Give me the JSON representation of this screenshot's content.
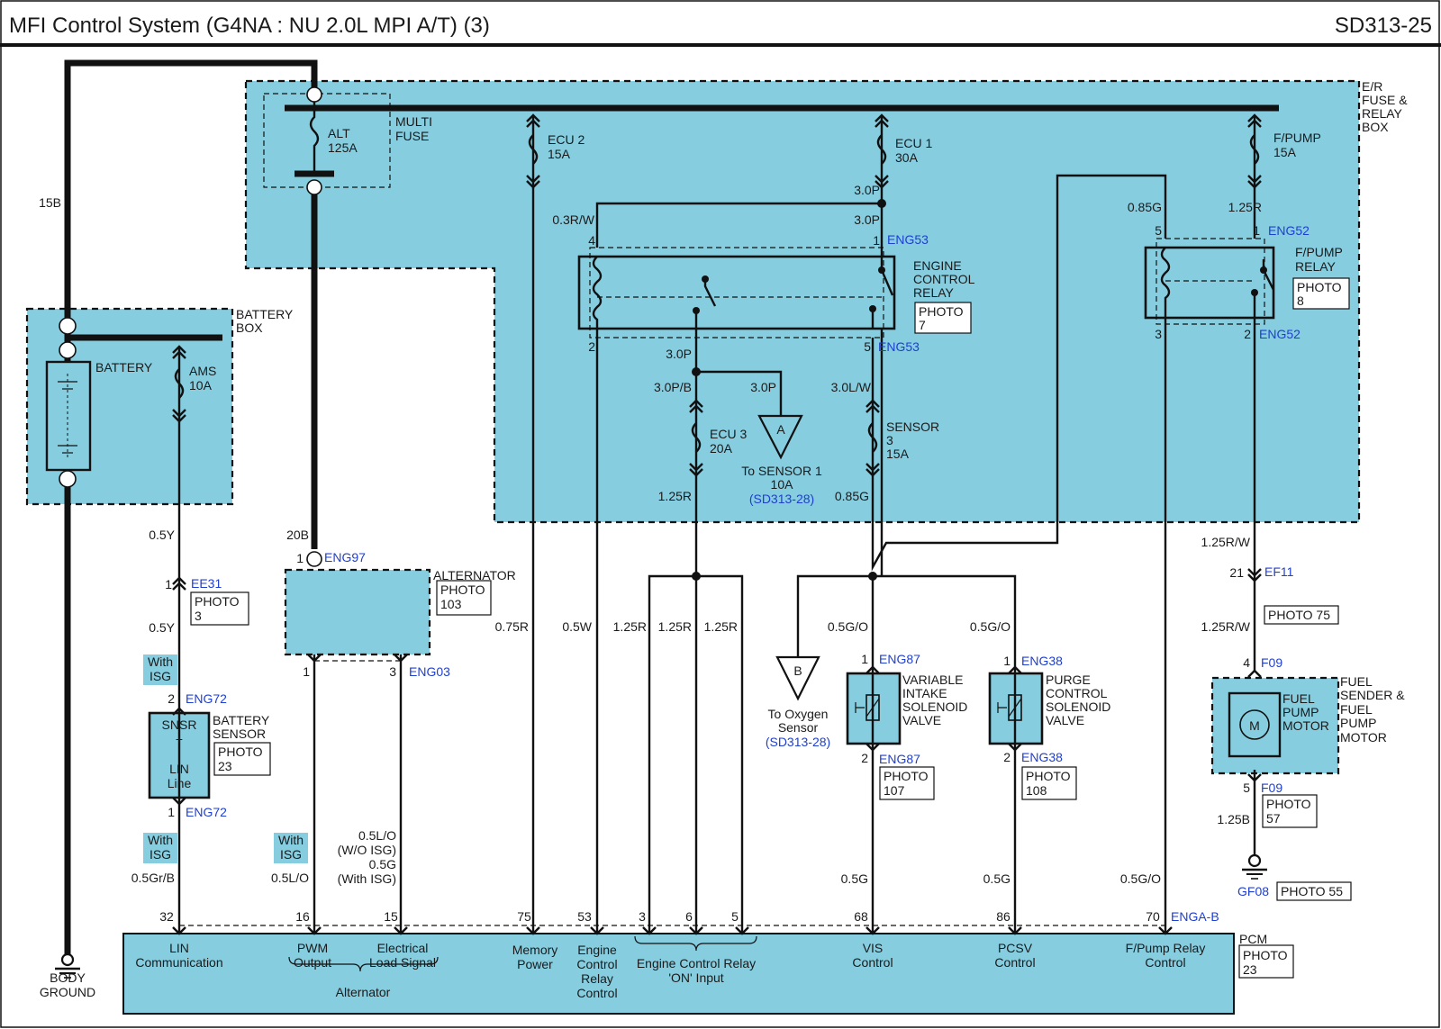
{
  "header": {
    "title": "MFI Control System (G4NA : NU 2.0L MPI A/T) (3)",
    "code": "SD313-25"
  },
  "colors": {
    "box_fill": "#86cde0",
    "wire": "#111111",
    "connector_text": "#1f3fd0"
  },
  "er_box": {
    "label": [
      "E/R",
      "FUSE &",
      "RELAY",
      "BOX"
    ]
  },
  "multi_fuse": {
    "label": [
      "MULTI",
      "FUSE"
    ],
    "fuse": [
      "ALT",
      "125A"
    ]
  },
  "fuses": {
    "ecu2": [
      "ECU 2",
      "15A"
    ],
    "ecu1": [
      "ECU 1",
      "30A"
    ],
    "fpump": [
      "F/PUMP",
      "15A"
    ],
    "ecu3": [
      "ECU 3",
      "20A"
    ],
    "sensor3": [
      "SENSOR",
      "3",
      "15A"
    ],
    "ams": [
      "AMS",
      "10A"
    ]
  },
  "battery_box": {
    "label": [
      "BATTERY",
      "BOX"
    ],
    "battery": "BATTERY"
  },
  "engine_control_relay": {
    "label": [
      "ENGINE",
      "CONTROL",
      "RELAY"
    ],
    "photo": [
      "PHOTO",
      "7"
    ]
  },
  "fpump_relay": {
    "label": [
      "F/PUMP",
      "RELAY"
    ],
    "photo": [
      "PHOTO",
      "8"
    ]
  },
  "alternator": {
    "label": "ALTERNATOR",
    "photo": [
      "PHOTO",
      "103"
    ]
  },
  "battery_sensor": {
    "label": [
      "BATTERY",
      "SENSOR"
    ],
    "photo": [
      "PHOTO",
      "23"
    ],
    "body": [
      "SNSR",
      "+",
      "LIN",
      "Line"
    ]
  },
  "ee31": {
    "photo": [
      "PHOTO",
      "3"
    ]
  },
  "vis_valve": {
    "label": [
      "VARIABLE",
      "INTAKE",
      "SOLENOID",
      "VALVE"
    ],
    "photo": [
      "PHOTO",
      "107"
    ]
  },
  "pcsv_valve": {
    "label": [
      "PURGE",
      "CONTROL",
      "SOLENOID",
      "VALVE"
    ],
    "photo": [
      "PHOTO",
      "108"
    ]
  },
  "fuel_motor": {
    "label": [
      "FUEL",
      "SENDER &",
      "FUEL",
      "PUMP",
      "MOTOR"
    ],
    "inner": [
      "FUEL",
      "PUMP",
      "MOTOR"
    ],
    "symbol": "M",
    "photo": [
      "PHOTO",
      "57"
    ]
  },
  "ef11_photo": "PHOTO 75",
  "gf08": {
    "name": "GF08",
    "photo": "PHOTO 55"
  },
  "to_sensor": {
    "letter": "A",
    "text": [
      "To  SENSOR 1",
      "10A"
    ],
    "ref": "(SD313-28)"
  },
  "to_oxygen": {
    "letter": "B",
    "text": [
      "To Oxygen",
      "Sensor"
    ],
    "ref": "(SD313-28)"
  },
  "with_isg": [
    "With",
    "ISG"
  ],
  "body_ground": [
    "BODY",
    "GROUND"
  ],
  "pcm": {
    "label": "PCM",
    "photo": [
      "PHOTO",
      "23"
    ],
    "connector": "ENGA-B",
    "pins": [
      "32",
      "16",
      "15",
      "75",
      "53",
      "3",
      "6",
      "5",
      "68",
      "86",
      "70"
    ],
    "functions": {
      "lin": [
        "LIN",
        "Communication"
      ],
      "pwm": [
        "PWM",
        "Output"
      ],
      "els": [
        "Electrical",
        "Load Signal"
      ],
      "alternator": "Alternator",
      "memory": [
        "Memory",
        "Power"
      ],
      "ecr": [
        "Engine",
        "Control",
        "Relay",
        "Control"
      ],
      "ecr_on": [
        "Engine Control Relay",
        "'ON' Input"
      ],
      "vis": [
        "VIS",
        "Control"
      ],
      "pcsv": [
        "PCSV",
        "Control"
      ],
      "fpump": [
        "F/Pump Relay",
        "Control"
      ]
    }
  },
  "connectors": {
    "eng53": "ENG53",
    "eng52": "ENG52",
    "eng97": "ENG97",
    "eng03": "ENG03",
    "ee31": "EE31",
    "eng72": "ENG72",
    "eng87": "ENG87",
    "eng38": "ENG38",
    "ef11": "EF11",
    "f09": "F09"
  },
  "wires": {
    "b15": "15B",
    "b20": "20B",
    "g085_top": "0.85G",
    "r125_top": "1.25R",
    "rw03": "0.3R/W",
    "p30_a": "3.0P",
    "p30_b": "3.0P",
    "p30_c": "3.0P",
    "p30_d": "3.0P",
    "pb30": "3.0P/B",
    "lw30": "3.0L/W",
    "r125_ecu3": "1.25R",
    "g085_sens": "0.85G",
    "y05_a": "0.5Y",
    "y05_b": "0.5Y",
    "grb05": "0.5Gr/B",
    "lo05": "0.5L/O",
    "els_wire": [
      "0.5L/O",
      "(W/O ISG)",
      "0.5G",
      "(With ISG)"
    ],
    "r075": "0.75R",
    "w05": "0.5W",
    "r125_1": "1.25R",
    "r125_2": "1.25R",
    "r125_3": "1.25R",
    "go05_a": "0.5G/O",
    "go05_b": "0.5G/O",
    "g05_a": "0.5G",
    "g05_b": "0.5G",
    "go05_c": "0.5G/O",
    "rw125_a": "1.25R/W",
    "rw125_b": "1.25R/W",
    "b125": "1.25B"
  },
  "pins": {
    "ecr4": "4",
    "ecr1": "1",
    "ecr2": "2",
    "ecr5": "5",
    "fr5": "5",
    "fr1": "1",
    "fr3": "3",
    "fr2": "2",
    "eng97": "1",
    "eng03a": "1",
    "eng03b": "3",
    "ee31": "1",
    "eng72a": "2",
    "eng72b": "1",
    "eng87a": "1",
    "eng87b": "2",
    "eng38a": "1",
    "eng38b": "2",
    "ef11": "21",
    "f09a": "4",
    "f09b": "5"
  }
}
